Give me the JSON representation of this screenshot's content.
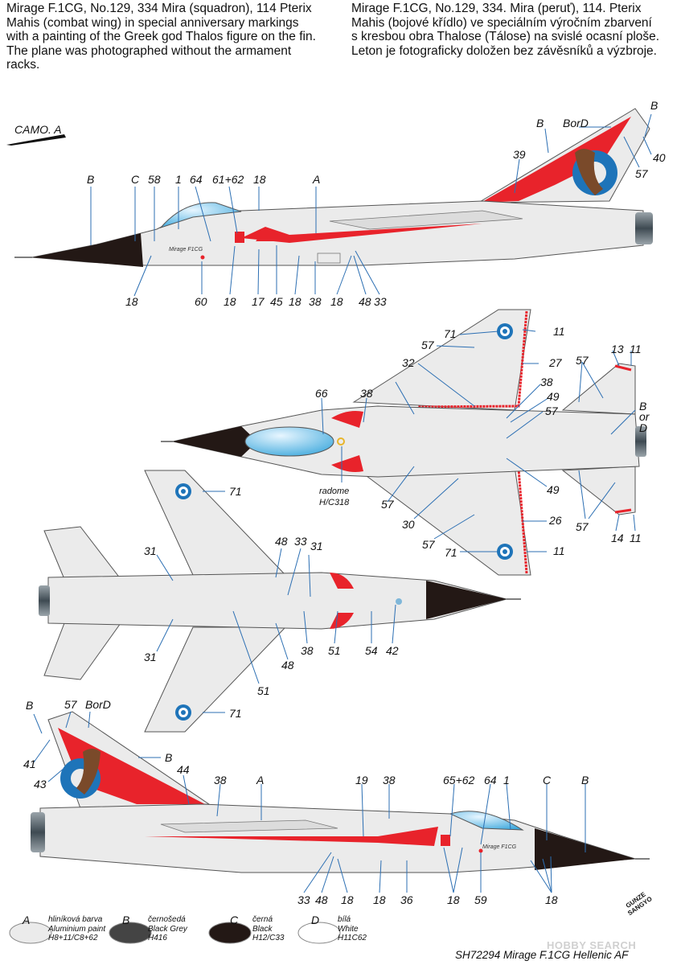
{
  "intro": {
    "english": [
      "Mirage F.1CG, No.129, 334 Mira (squadron), 114 Pterix",
      "Mahis (combat wing) in special anniversary markings",
      "with a painting of the Greek god Thalos figure on the fin.",
      "The plane was photographed without the armament",
      "racks."
    ],
    "czech": [
      "Mirage F.1CG, No.129, 334. Mira (peruť), 114. Pterix",
      "Mahis (bojové křídlo) ve speciálním výročním zbarvení",
      "s kresbou obra Thalose (Tálose) na svislé ocasní ploše.",
      "Leton je fotograficky doložen bez závěsníků a výzbroje."
    ]
  },
  "camo_label": "CAMO. A",
  "nose_marking": "Mirage F1CG",
  "radome_note": {
    "line1": "radome",
    "line2": "H/C318"
  },
  "side_left_callouts": {
    "top": [
      "B",
      "C",
      "58",
      "1",
      "64",
      "61+62",
      "18",
      "A",
      "39",
      "B",
      "BorD",
      "B",
      "40",
      "57"
    ],
    "bottom": [
      "18",
      "60",
      "18",
      "17",
      "45",
      "18",
      "38",
      "18",
      "48",
      "33"
    ]
  },
  "top_view_callouts": [
    "71",
    "11",
    "57",
    "32",
    "27",
    "13",
    "11",
    "57",
    "38",
    "66",
    "38",
    "49",
    "57",
    "B",
    "or",
    "D",
    "57",
    "49",
    "30",
    "26",
    "57",
    "71",
    "11",
    "14",
    "11",
    "57"
  ],
  "bottom_view_callouts": [
    "71",
    "31",
    "48",
    "33",
    "31",
    "31",
    "38",
    "48",
    "51",
    "51",
    "54",
    "42",
    "71"
  ],
  "side_right_callouts": {
    "top": [
      "B",
      "57",
      "BorD",
      "41",
      "43",
      "B",
      "44",
      "38",
      "A",
      "19",
      "38",
      "65+62",
      "64",
      "1",
      "C",
      "B"
    ],
    "bottom": [
      "33",
      "48",
      "18",
      "18",
      "36",
      "18",
      "59",
      "18"
    ]
  },
  "legend": [
    {
      "letter": "A",
      "czech": "hliníková barva",
      "english": "Aluminium paint",
      "code": "H8+11/C8+62",
      "swatch": "#ebebeb"
    },
    {
      "letter": "B",
      "czech": "černošedá",
      "english": "Black Grey",
      "code": "H416",
      "swatch": "#444444"
    },
    {
      "letter": "C",
      "czech": "černá",
      "english": "Black",
      "code": "H12/C33",
      "swatch": "#231815"
    },
    {
      "letter": "D",
      "czech": "bílá",
      "english": "White",
      "code": "H11C62",
      "swatch": "#ffffff"
    }
  ],
  "footer": "SH72294 Mirage F.1CG Hellenic AF",
  "logos": {
    "hobby_search": "HOBBY SEARCH",
    "gunze": "GUNZE SANGYO",
    "gunze_l1": "GUNZE",
    "gunze_l2": "SANGYO"
  },
  "colors": {
    "red": "#e8232b",
    "roundel_blue": "#1e74b9",
    "aluminium": "#ebebeb",
    "radome": "#231815",
    "outline": "#555555"
  }
}
